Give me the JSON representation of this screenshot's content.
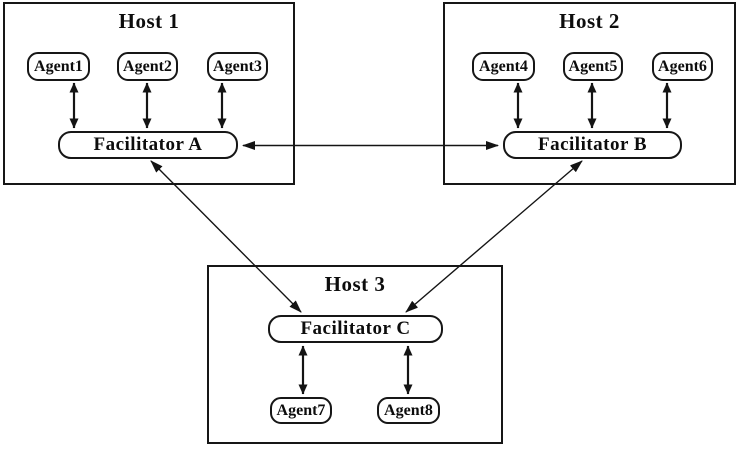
{
  "diagram": {
    "background_color": "#ffffff",
    "line_color": "#141414",
    "hosts": [
      {
        "title": "Host 1",
        "facilitator": "Facilitator A",
        "agents": [
          "Agent1",
          "Agent2",
          "Agent3"
        ]
      },
      {
        "title": "Host 2",
        "facilitator": "Facilitator B",
        "agents": [
          "Agent4",
          "Agent5",
          "Agent6"
        ]
      },
      {
        "title": "Host 3",
        "facilitator": "Facilitator C",
        "agents": [
          "Agent7",
          "Agent8"
        ]
      }
    ],
    "connections": [
      {
        "from": "Agent1",
        "to": "Facilitator A",
        "bidirectional": true
      },
      {
        "from": "Agent2",
        "to": "Facilitator A",
        "bidirectional": true
      },
      {
        "from": "Agent3",
        "to": "Facilitator A",
        "bidirectional": true
      },
      {
        "from": "Agent4",
        "to": "Facilitator B",
        "bidirectional": true
      },
      {
        "from": "Agent5",
        "to": "Facilitator B",
        "bidirectional": true
      },
      {
        "from": "Agent6",
        "to": "Facilitator B",
        "bidirectional": true
      },
      {
        "from": "Agent7",
        "to": "Facilitator C",
        "bidirectional": true
      },
      {
        "from": "Agent8",
        "to": "Facilitator C",
        "bidirectional": true
      },
      {
        "from": "Facilitator A",
        "to": "Facilitator B",
        "bidirectional": true
      },
      {
        "from": "Facilitator A",
        "to": "Facilitator C",
        "bidirectional": true
      },
      {
        "from": "Facilitator B",
        "to": "Facilitator C",
        "bidirectional": true
      }
    ]
  }
}
